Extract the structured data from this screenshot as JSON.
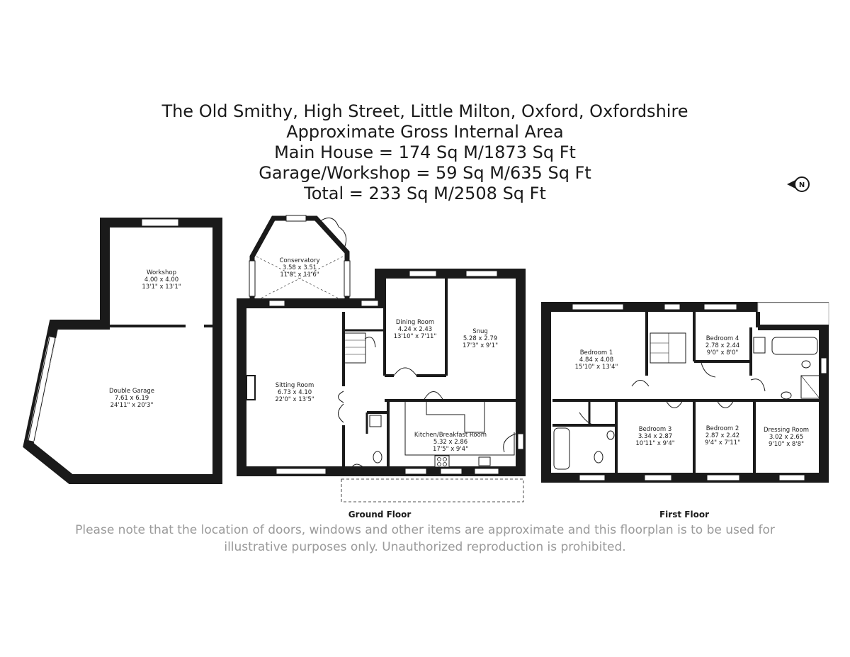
{
  "header": {
    "line1": "The Old Smithy, High Street, Little Milton, Oxford, Oxfordshire",
    "line2": "Approximate Gross Internal Area",
    "line3": "Main House = 174 Sq M/1873 Sq Ft",
    "line4": "Garage/Workshop = 59 Sq M/635 Sq Ft",
    "line5": "Total = 233 Sq M/2508 Sq Ft"
  },
  "compass": {
    "icon": "north-arrow-icon",
    "letter": "N"
  },
  "rooms": {
    "workshop": {
      "name": "Workshop",
      "metric": "4.00 x 4.00",
      "imperial": "13'1\" x 13'1\""
    },
    "double_garage": {
      "name": "Double Garage",
      "metric": "7.61 x 6.19",
      "imperial": "24'11\" x 20'3\""
    },
    "conservatory": {
      "name": "Conservatory",
      "metric": "3.58 x 3.51",
      "imperial": "11'8\" x 11'6\""
    },
    "sitting_room": {
      "name": "Sitting Room",
      "metric": "6.73 x 4.10",
      "imperial": "22'0\" x 13'5\""
    },
    "dining_room": {
      "name": "Dining Room",
      "metric": "4.24 x 2.43",
      "imperial": "13'10\" x 7'11\""
    },
    "snug": {
      "name": "Snug",
      "metric": "5.28 x 2.79",
      "imperial": "17'3\" x 9'1\""
    },
    "kitchen": {
      "name": "Kitchen/Breakfast Room",
      "metric": "5.32 x 2.86",
      "imperial": "17'5\" x 9'4\""
    },
    "bedroom1": {
      "name": "Bedroom 1",
      "metric": "4.84 x 4.08",
      "imperial": "15'10\" x 13'4\""
    },
    "bedroom4": {
      "name": "Bedroom 4",
      "metric": "2.78 x 2.44",
      "imperial": "9'0\" x 8'0\""
    },
    "bedroom3": {
      "name": "Bedroom 3",
      "metric": "3.34 x 2.87",
      "imperial": "10'11\" x 9'4\""
    },
    "bedroom2": {
      "name": "Bedroom 2",
      "metric": "2.87 x 2.42",
      "imperial": "9'4\" x 7'11\""
    },
    "dressing_room": {
      "name": "Dressing Room",
      "metric": "3.02 x 2.65",
      "imperial": "9'10\" x 8'8\""
    }
  },
  "floors": {
    "ground": "Ground Floor",
    "first": "First Floor"
  },
  "disclaimer": "Please note that the location of doors, windows and other items are approximate and this floorplan is to be used for illustrative purposes only. Unauthorized reproduction is prohibited.",
  "colors": {
    "wall": "#1a1a1a",
    "window": "#ffffff",
    "disclaimer": "#9a9a9a"
  }
}
